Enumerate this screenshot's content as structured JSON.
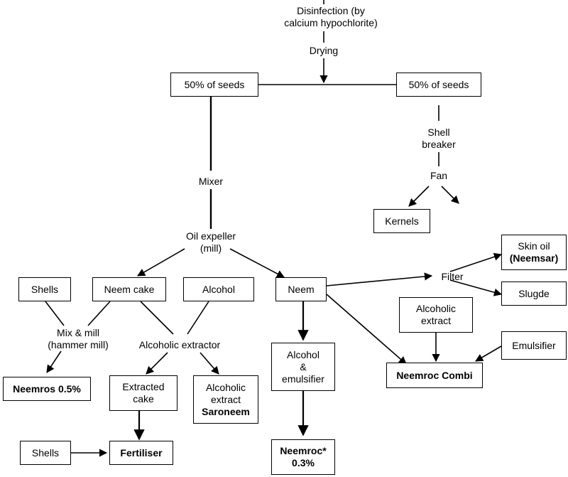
{
  "nodes": {
    "disinfection": {
      "lines": [
        "Disinfection (by",
        "calcium hypochlorite)"
      ]
    },
    "drying": {
      "lines": [
        "Drying"
      ]
    },
    "seeds_left": {
      "lines": [
        "50% of seeds"
      ]
    },
    "seeds_right": {
      "lines": [
        "50% of seeds"
      ]
    },
    "shell_breaker": {
      "lines": [
        "Shell",
        "breaker"
      ]
    },
    "fan": {
      "lines": [
        "Fan"
      ]
    },
    "kernels": {
      "lines": [
        "Kernels"
      ]
    },
    "mixer": {
      "lines": [
        "Mixer"
      ]
    },
    "oil_expeller": {
      "lines": [
        "Oil expeller",
        "(mill)"
      ]
    },
    "shells_top": {
      "lines": [
        "Shells"
      ]
    },
    "neem_cake": {
      "lines": [
        "Neem cake"
      ]
    },
    "alcohol": {
      "lines": [
        "Alcohol"
      ]
    },
    "neem": {
      "lines": [
        "Neem"
      ]
    },
    "filter": {
      "lines": [
        "Filter"
      ]
    },
    "skin_oil": {
      "lines": [
        "Skin oil",
        "(Neemsar)"
      ]
    },
    "slugde": {
      "lines": [
        "Slugde"
      ]
    },
    "alcoholic_extract_right": {
      "lines": [
        "Alcoholic",
        "extract"
      ]
    },
    "emulsifier": {
      "lines": [
        "Emulsifier"
      ]
    },
    "mix_mill": {
      "lines": [
        "Mix & mill",
        "(hammer mill)"
      ]
    },
    "alcoholic_extractor": {
      "lines": [
        "Alcoholic extractor"
      ]
    },
    "alcohol_emulsifier": {
      "lines": [
        "Alcohol",
        "&",
        "emulsifier"
      ]
    },
    "neemroc_combi": {
      "lines": [
        "Neemroc Combi"
      ]
    },
    "neemros": {
      "lines": [
        "Neemros 0.5%"
      ]
    },
    "extracted_cake": {
      "lines": [
        "Extracted",
        "cake"
      ]
    },
    "alcoholic_extract_saroneem": {
      "lines": [
        "Alcoholic",
        "extract",
        "Saroneem"
      ]
    },
    "shells_bottom": {
      "lines": [
        "Shells"
      ]
    },
    "fertiliser": {
      "lines": [
        "Fertiliser"
      ]
    },
    "neemroc": {
      "lines": [
        "Neemroc*",
        "0.3%"
      ]
    }
  }
}
